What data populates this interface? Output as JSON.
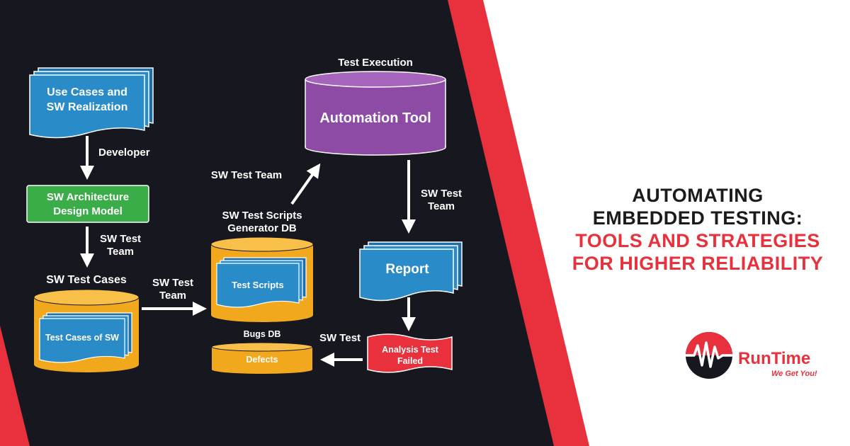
{
  "colors": {
    "background_dark": "#17181f",
    "accent_red": "#e8313c",
    "panel_white": "#ffffff",
    "doc_blue": "#2a8bc9",
    "doc_blue_dark": "#1d6fa5",
    "box_green": "#3aad48",
    "db_orange": "#f2a81d",
    "tool_purple": "#8e4ba6",
    "headline_dark": "#1b1b1b",
    "headline_red": "#e8313c"
  },
  "diagram": {
    "use_cases": "Use Cases and",
    "use_cases_2": "SW Realization",
    "developer": "Developer",
    "architecture": "SW Architecture",
    "architecture_2": "Design Model",
    "team_label_1a": "SW Test",
    "team_label_1b": "Team",
    "sw_test_cases": "SW Test Cases",
    "test_cases_of_sw": "Test Cases of SW",
    "team_label_2a": "SW Test",
    "team_label_2b": "Team",
    "scripts_gen_db": "SW Test Scripts",
    "scripts_gen_db_2": "Generator DB",
    "test_scripts": "Test Scripts",
    "team_label_3": "SW Test Team",
    "test_execution": "Test Execution",
    "automation_tool": "Automation Tool",
    "team_label_4a": "SW Test",
    "team_label_4b": "Team",
    "report": "Report",
    "analysis": "Analysis Test",
    "analysis_2": "Failed",
    "sw_test_short": "SW Test",
    "bugs_db": "Bugs DB",
    "defects": "Defects"
  },
  "headline": {
    "line1": "AUTOMATING",
    "line2": "EMBEDDED TESTING:",
    "line3": "TOOLS AND STRATEGIES",
    "line4": "FOR HIGHER RELIABILITY"
  },
  "logo": {
    "brand": "RunTime",
    "tagline": "We Get You!"
  }
}
